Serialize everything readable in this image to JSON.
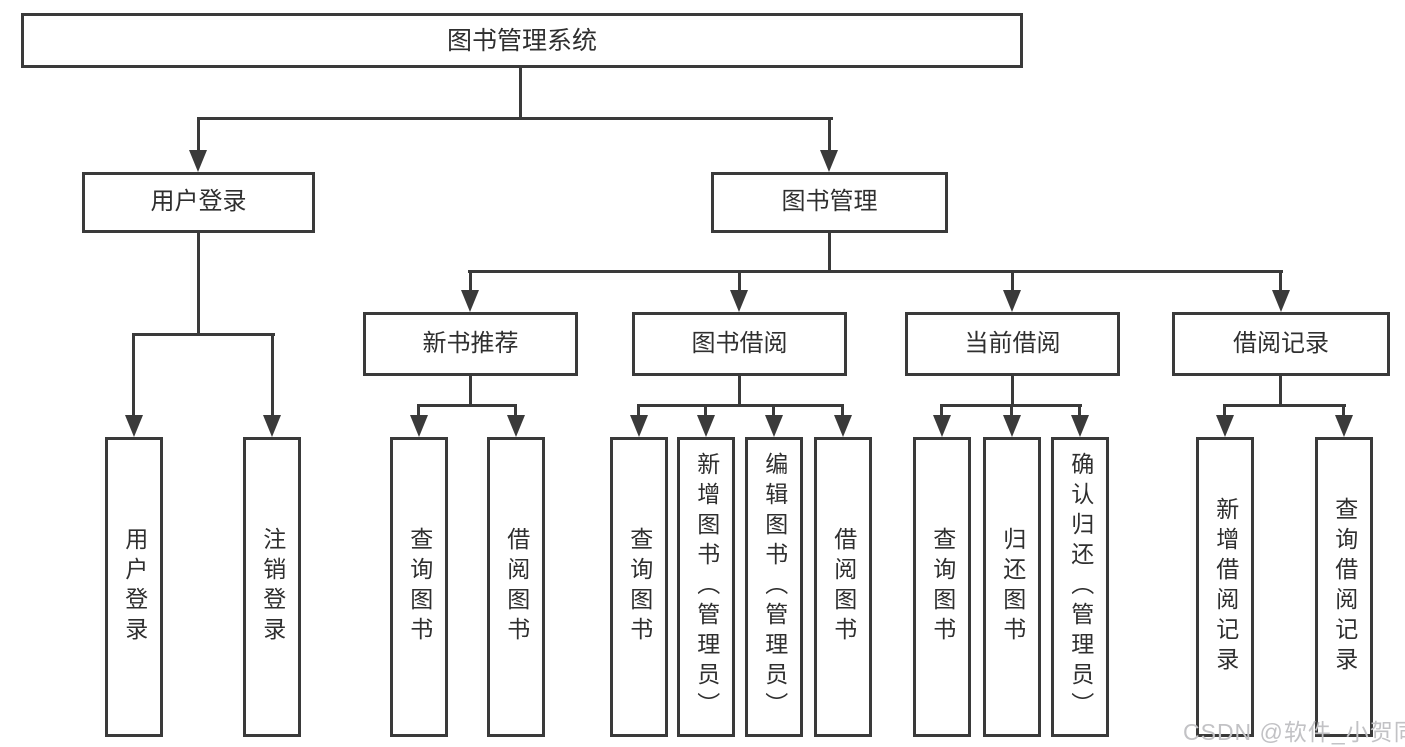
{
  "diagram": {
    "root": {
      "label": "图书管理系统"
    },
    "level2": [
      {
        "label": "用户登录"
      },
      {
        "label": "图书管理"
      }
    ],
    "level3": [
      {
        "label": "新书推荐"
      },
      {
        "label": "图书借阅"
      },
      {
        "label": "当前借阅"
      },
      {
        "label": "借阅记录"
      }
    ],
    "leaves": [
      {
        "label": "用户登录"
      },
      {
        "label": "注销登录"
      },
      {
        "label": "查询图书"
      },
      {
        "label": "借阅图书"
      },
      {
        "label": "查询图书"
      },
      {
        "label": "新增图书（管理员）"
      },
      {
        "label": "编辑图书（管理员）"
      },
      {
        "label": "借阅图书"
      },
      {
        "label": "查询图书"
      },
      {
        "label": "归还图书"
      },
      {
        "label": "确认归还（管理员）"
      },
      {
        "label": "新增借阅记录"
      },
      {
        "label": "查询借阅记录"
      }
    ],
    "watermark": "CSDN @软件_小贺同学",
    "colors": {
      "line": "#3a3a3a",
      "text": "#2f2f2f",
      "box_bg": "#ffffff",
      "page_bg": "#ffffff",
      "watermark": "#c2c2c5"
    }
  }
}
